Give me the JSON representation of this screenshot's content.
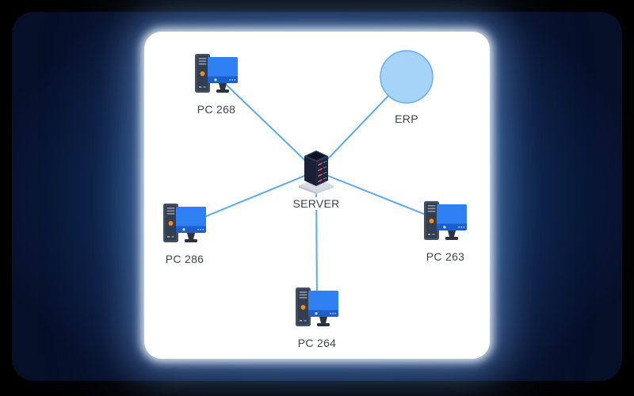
{
  "diagram": {
    "nodes": [
      {
        "id": "pc-268",
        "kind": "workstation",
        "label": "PC 268"
      },
      {
        "id": "erp",
        "kind": "circle",
        "label": "ERP"
      },
      {
        "id": "server",
        "kind": "server",
        "label": "SERVER"
      },
      {
        "id": "pc-286",
        "kind": "workstation",
        "label": "PC 286"
      },
      {
        "id": "pc-263",
        "kind": "workstation",
        "label": "PC 263"
      },
      {
        "id": "pc-264",
        "kind": "workstation",
        "label": "PC 264"
      }
    ],
    "edges": [
      {
        "from": "PC 268",
        "to": "SERVER"
      },
      {
        "from": "ERP",
        "to": "SERVER"
      },
      {
        "from": "PC 286",
        "to": "SERVER"
      },
      {
        "from": "PC 263",
        "to": "SERVER"
      },
      {
        "from": "PC 264",
        "to": "SERVER"
      }
    ],
    "colors": {
      "edge_line": "#58a9f0",
      "erp_fill": "#a6d3f8",
      "erp_stroke": "#64aeee",
      "label_text": "#3d434d",
      "canvas_bg": "#ffffff",
      "panel_navy_center": "#24497c",
      "panel_navy_edge": "#060f28",
      "page_bg": "#000000",
      "monitor_screen": "#2f80f2",
      "tower_body": "#455163",
      "server_stripe": "#e8517e"
    }
  }
}
